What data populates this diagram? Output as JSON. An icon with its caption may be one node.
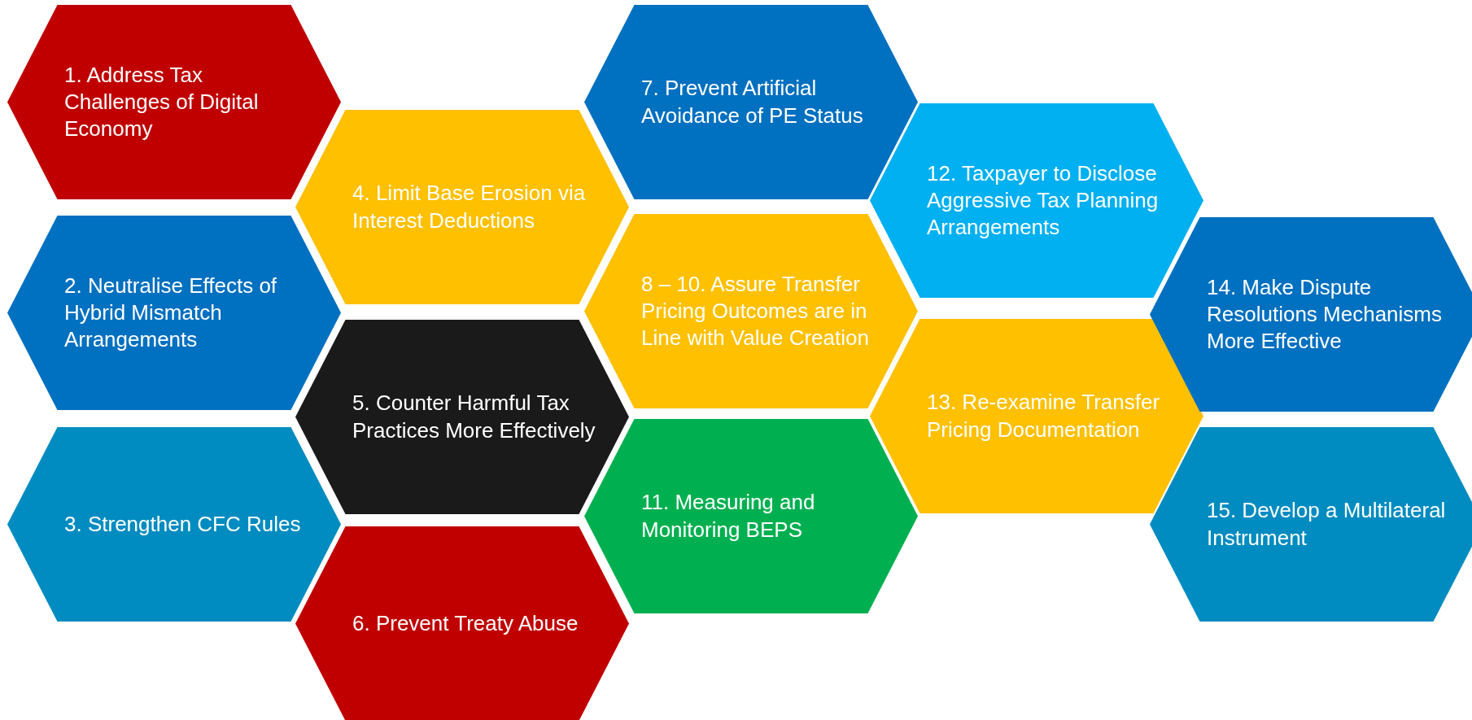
{
  "diagram": {
    "nodes": [
      {
        "text": [
          "1. Address Tax Challenges of Digital Economy"
        ]
      },
      {
        "text": [
          "2. Neutralise Effects of Hybrid Mismatch Arrangements"
        ]
      },
      {
        "text": [
          "3. Strengthen CFC Rules"
        ]
      },
      {
        "text": [
          "4. Limit Base Erosion via Interest Deductions"
        ]
      },
      {
        "text": [
          "5. Counter Harmful Tax Practices More Effectively"
        ]
      },
      {
        "text": [
          "6. Prevent Treaty Abuse"
        ]
      },
      {
        "text": [
          "7. Prevent Artificial Avoidance of PE Status"
        ]
      },
      {
        "text": [
          "8 – 10. Assure Transfer Pricing Outcomes are in Line with Value Creation"
        ]
      },
      {
        "text": [
          "11. Measuring and Monitoring BEPS"
        ]
      },
      {
        "text": [
          "12. Taxpayer to Disclose Aggressive Tax Planning Arrangements"
        ]
      },
      {
        "text": [
          "13. Re-examine Transfer Pricing Documentation"
        ]
      },
      {
        "text": [
          "14. Make Dispute Resolutions Mechanisms More Effective"
        ]
      },
      {
        "text": [
          "15. Develop a Multilateral Instrument"
        ]
      }
    ]
  }
}
